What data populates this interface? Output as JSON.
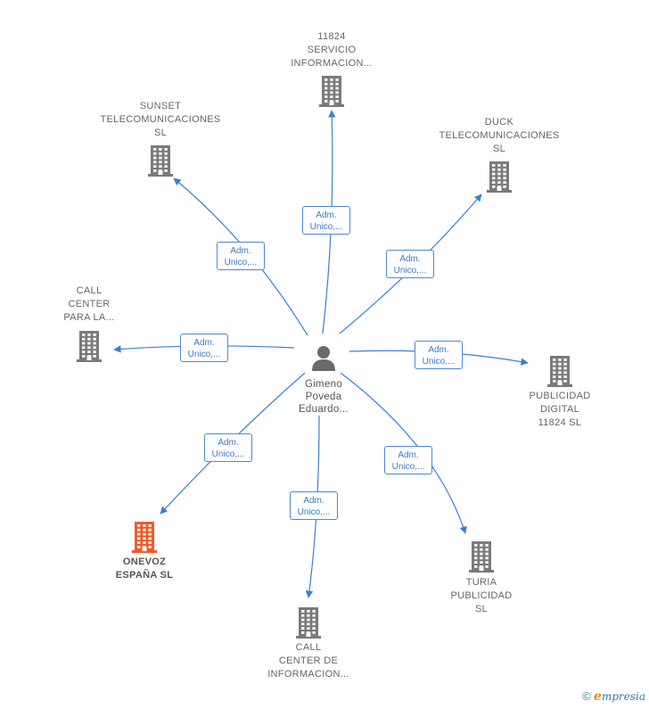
{
  "colors": {
    "edge": "#3a7fd5",
    "company_icon": "#7a7a7a",
    "company_icon_highlight": "#f05a28",
    "person_icon": "#6a6a6a"
  },
  "center": {
    "label": "Gimeno\nPoveda\nEduardo...",
    "icon": "person-icon"
  },
  "companies": [
    {
      "id": "c1",
      "label": "11824\nSERVICIO\nINFORMACION...",
      "highlight": false,
      "icon": "building-icon"
    },
    {
      "id": "c2",
      "label": "SUNSET\nTELECOMUNICACIONES\nSL",
      "highlight": false,
      "icon": "building-icon"
    },
    {
      "id": "c3",
      "label": "DUCK\nTELECOMUNICACIONES\nSL",
      "highlight": false,
      "icon": "building-icon"
    },
    {
      "id": "c4",
      "label": "CALL\nCENTER\nPARA LA...",
      "highlight": false,
      "icon": "building-icon"
    },
    {
      "id": "c5",
      "label": "PUBLICIDAD\nDIGITAL\n11824  SL",
      "highlight": false,
      "icon": "building-icon"
    },
    {
      "id": "c6",
      "label": "ONEVOZ\nESPAÑA  SL",
      "highlight": true,
      "icon": "building-icon"
    },
    {
      "id": "c7",
      "label": "TURIA\nPUBLICIDAD\nSL",
      "highlight": false,
      "icon": "building-icon"
    },
    {
      "id": "c8",
      "label": "CALL\nCENTER DE\nINFORMACION...",
      "highlight": false,
      "icon": "building-icon"
    }
  ],
  "edges": [
    {
      "to": "c1",
      "label": "Adm.\nUnico,..."
    },
    {
      "to": "c2",
      "label": "Adm.\nUnico,..."
    },
    {
      "to": "c3",
      "label": "Adm.\nUnico,..."
    },
    {
      "to": "c4",
      "label": "Adm.\nUnico,..."
    },
    {
      "to": "c5",
      "label": "Adm.\nUnico,..."
    },
    {
      "to": "c6",
      "label": "Adm.\nUnico,..."
    },
    {
      "to": "c7",
      "label": "Adm.\nUnico,..."
    },
    {
      "to": "c8",
      "label": "Adm.\nUnico,..."
    }
  ],
  "footer": {
    "copyright": "©",
    "brand_initial": "e",
    "brand_rest": "mpresia"
  }
}
